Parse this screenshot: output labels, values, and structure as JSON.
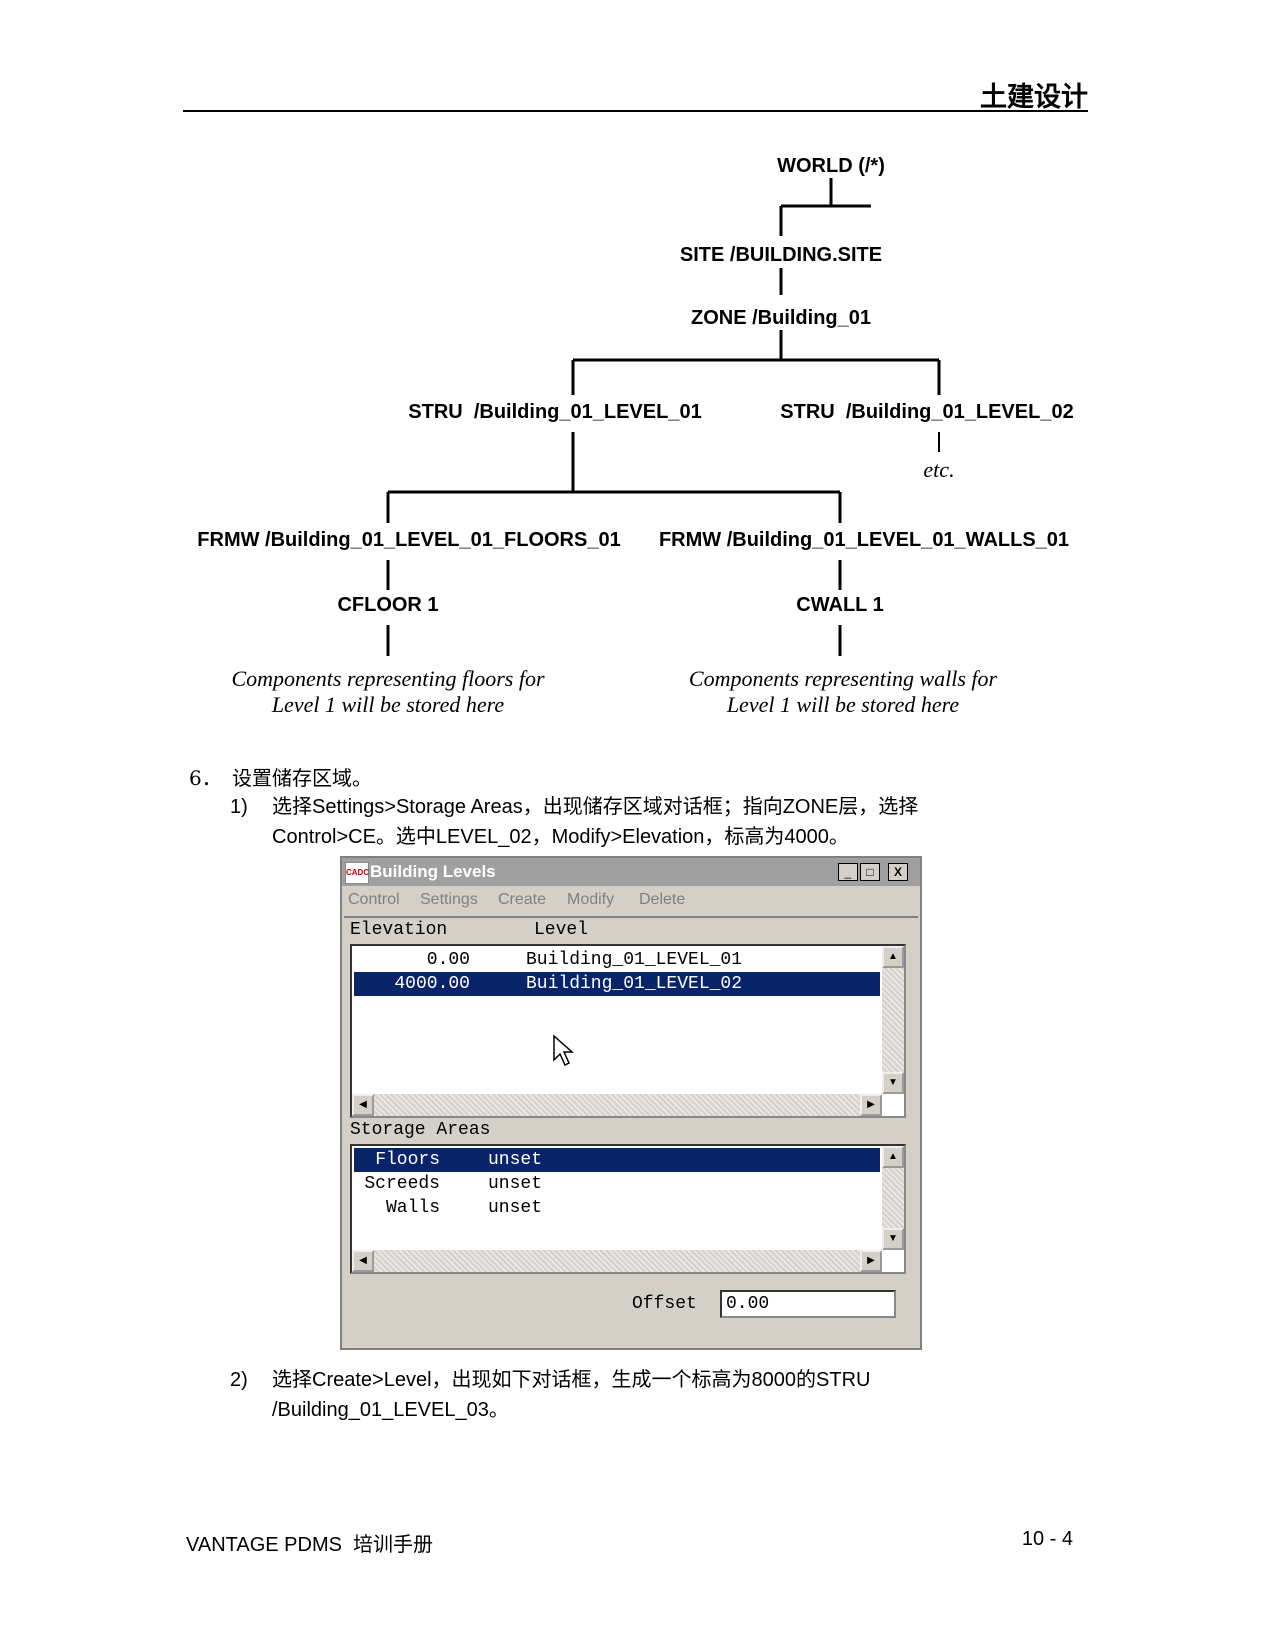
{
  "header": {
    "section_title": "土建设计"
  },
  "hierarchy": {
    "world": "WORLD (/*)",
    "site": "SITE /BUILDING.SITE",
    "zone": "ZONE /Building_01",
    "stru_level1": "STRU  /Building_01_LEVEL_01",
    "stru_level2": "STRU  /Building_01_LEVEL_02",
    "etc": "etc.",
    "frmw_floors": "FRMW /Building_01_LEVEL_01_FLOORS_01",
    "frmw_walls": "FRMW /Building_01_LEVEL_01_WALLS_01",
    "cfloor": "CFLOOR 1",
    "cwall": "CWALL 1",
    "floors_note_line1": "Components representing floors for",
    "floors_note_line2": "Level 1 will be stored here",
    "walls_note_line1": "Components representing walls for",
    "walls_note_line2": "Level 1 will be stored here"
  },
  "instructions": {
    "step6_number": "6．",
    "step6_text": "设置储存区域。",
    "sub1_number": "1)",
    "sub1_line1": "选择Settings>Storage Areas，出现储存区域对话框；指向ZONE层，选择",
    "sub1_line2": "Control>CE。选中LEVEL_02，Modify>Elevation，标高为4000。",
    "sub2_number": "2)",
    "sub2_line1": "选择Create>Level，出现如下对话框，生成一个标高为8000的STRU",
    "sub2_line2": "/Building_01_LEVEL_03。"
  },
  "dialog": {
    "app_icon_text": "CADC",
    "title": "Building Levels",
    "minimize": "_",
    "maximize": "□",
    "close": "X",
    "menu": [
      "Control",
      "Settings",
      "Create",
      "Modify",
      "Delete"
    ],
    "levels_headers": {
      "elevation": "Elevation",
      "level": "Level"
    },
    "levels": [
      {
        "elevation": "0.00",
        "level": "Building_01_LEVEL_01",
        "selected": false
      },
      {
        "elevation": "4000.00",
        "level": "Building_01_LEVEL_02",
        "selected": true
      }
    ],
    "storage_label": "Storage Areas",
    "storage": [
      {
        "name": "Floors",
        "value": "unset",
        "selected": true
      },
      {
        "name": "Screeds",
        "value": "unset",
        "selected": false
      },
      {
        "name": "Walls",
        "value": "unset",
        "selected": false
      }
    ],
    "offset_label": "Offset",
    "offset_value": "0.00",
    "colors": {
      "selection": "#0a246a",
      "titlebar": "#a0a0a0",
      "face": "#d4d0c8"
    }
  },
  "footer": {
    "left": "VANTAGE PDMS  培训手册",
    "right": "10 - 4"
  }
}
